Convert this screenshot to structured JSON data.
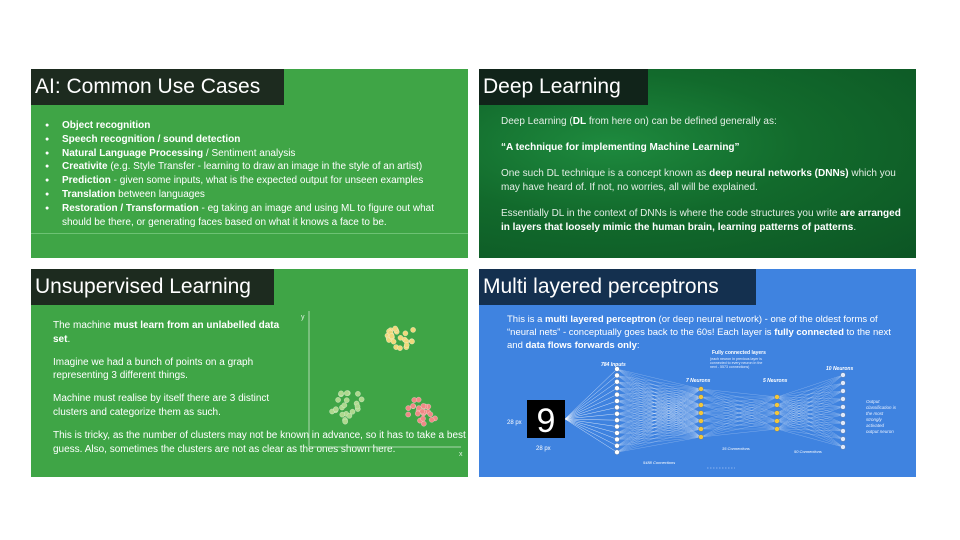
{
  "slides": {
    "use_cases": {
      "title": "AI: Common Use Cases",
      "items": [
        {
          "bold": "Object recognition",
          "rest": ""
        },
        {
          "bold": "Speech recognition / sound detection",
          "rest": ""
        },
        {
          "bold": "Natural Language Processing",
          "rest": " / Sentiment analysis"
        },
        {
          "bold": "Creativite",
          "rest": " (e.g. Style Transfer - learning to draw an image in the style of an artist)"
        },
        {
          "bold": "Prediction",
          "rest": " - given some inputs, what is the expected output for unseen examples"
        },
        {
          "bold": "Translation",
          "rest": " between languages"
        },
        {
          "bold": "Restoration / Transformation",
          "rest": " - eg taking an image and using ML to figure out what should be there, or generating faces based on what it knows a face to be."
        }
      ]
    },
    "deep_learning": {
      "title": "Deep Learning",
      "p1_a": "Deep Learning (",
      "p1_b": "DL",
      "p1_c": " from here on) can be defined generally as:",
      "quote": "“A technique for implementing Machine Learning”",
      "p3_a": "One such DL technique is a concept known as ",
      "p3_b": "deep neural networks (DNNs)",
      "p3_c": " which you may have heard of. If not, no worries, all will be explained.",
      "p4_a": "Essentially DL in the context of DNNs is where the code structures you write ",
      "p4_b": "are arranged in layers that loosely mimic the human brain, learning patterns of patterns",
      "p4_c": "."
    },
    "unsupervised": {
      "title": "Unsupervised Learning",
      "p1_a": "The machine ",
      "p1_b": "must learn from an unlabelled data set",
      "p1_c": ".",
      "p2": "Imagine we had a bunch of points on a graph representing 3 different things.",
      "p3": "Machine must realise by itself there are 3 distinct clusters and categorize them as such.",
      "p4": "This is tricky, as the number of clusters may not be known in advance, so it has to take a best guess. Also, sometimes the clusters are not as clear as the ones shown here.",
      "axis_y": "y",
      "axis_x": "x",
      "colors": {
        "yellow": "#efd97c",
        "green": "#aed98e",
        "red": "#ef8a86"
      }
    },
    "mlp": {
      "title": "Multi layered perceptrons",
      "t1": "This is a ",
      "t2": "multi layered perceptron",
      "t3": " (or deep neural network) - one of the oldest forms of “neural nets” - conceptually goes back to the 60s! Each layer is ",
      "t4": "fully connected",
      "t5": " to the next and ",
      "t6": "data flows forwards only",
      "t7": ":",
      "digit": "9",
      "px_left": "28 px",
      "px_bottom": "28 px",
      "lbl_inputs": "784 Inputs",
      "lbl_fc": "Fully connected layers",
      "lbl_fc_sub1": "(each neuron in previous layer is",
      "lbl_fc_sub2": "connected to every neuron in the",
      "lbl_fc_sub3": "next - 5573 connections)",
      "lbl_n7": "7 Neurons",
      "lbl_n5": "5 Neurons",
      "lbl_n10": "10 Neurons",
      "lbl_c5488": "5488 Connections",
      "lbl_c35": "35 Connections",
      "lbl_c50": "50 Connections",
      "out1": "Output",
      "out2": "classification is",
      "out3": "the most",
      "out4": "strongly",
      "out5": "activated",
      "out6": "output neuron"
    }
  }
}
